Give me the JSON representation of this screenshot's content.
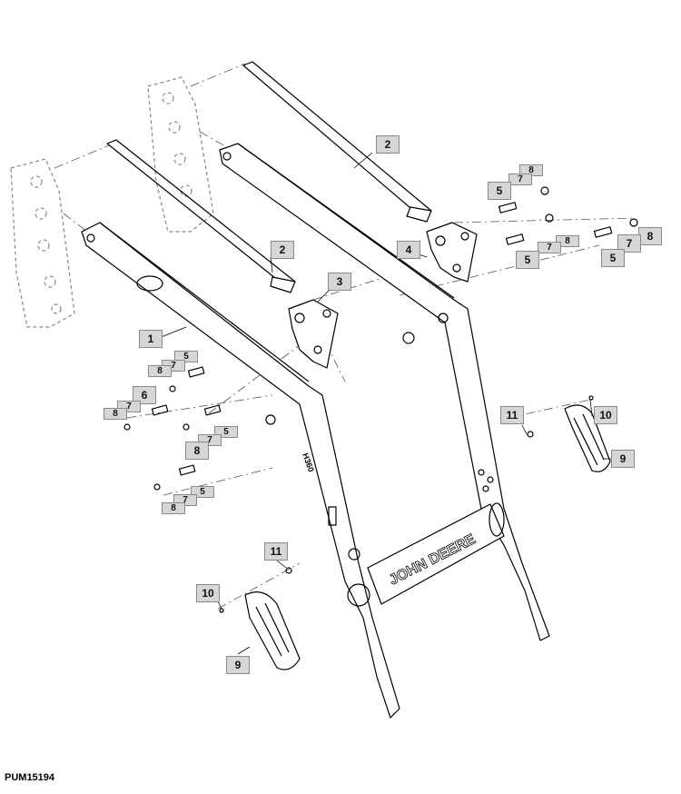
{
  "figure_id": "PUM15194",
  "frame_brand": "JOHN DEERE",
  "arm_model_mark": "H360",
  "callouts": {
    "c2a": "2",
    "c2b": "2",
    "c3": "3",
    "c4": "4",
    "c1": "1",
    "c5a": "5",
    "c7a": "7",
    "c8a": "8",
    "c5b": "5",
    "c7b": "7",
    "c8b": "8",
    "c5c": "5",
    "c7c": "7",
    "c8c": "8",
    "c5d": "5",
    "c7d": "7",
    "c8d": "8",
    "c6": "6",
    "c7e": "7",
    "c8e": "8",
    "c5f": "5",
    "c7f": "7",
    "c8f": "8",
    "c5g": "5",
    "c7g": "7",
    "c8g": "8",
    "c11a": "11",
    "c10a": "10",
    "c9a": "9",
    "c11b": "11",
    "c10b": "10",
    "c9b": "9"
  }
}
